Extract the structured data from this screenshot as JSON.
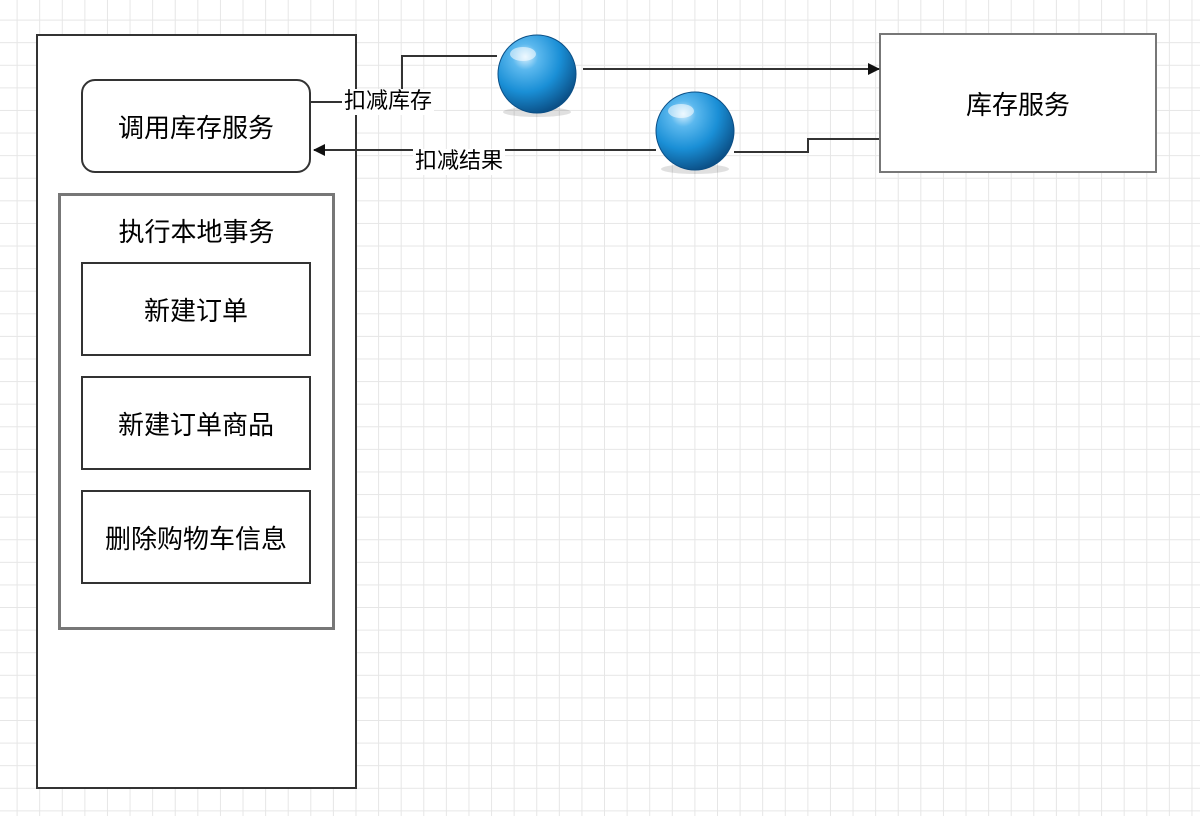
{
  "diagram": {
    "call_inventory": "调用库存服务",
    "local_transaction": {
      "title": "执行本地事务",
      "steps": [
        "新建订单",
        "新建订单商品",
        "删除购物车信息"
      ]
    },
    "inventory_service": "库存服务",
    "edges": {
      "deduct_stock": "扣减库存",
      "deduct_result": "扣减结果"
    },
    "colors": {
      "message_sphere": "#1a8fd6",
      "box_border": "#333333",
      "grid": "#e6e6e6"
    },
    "icons": {
      "message_sphere": "blue-sphere"
    }
  }
}
